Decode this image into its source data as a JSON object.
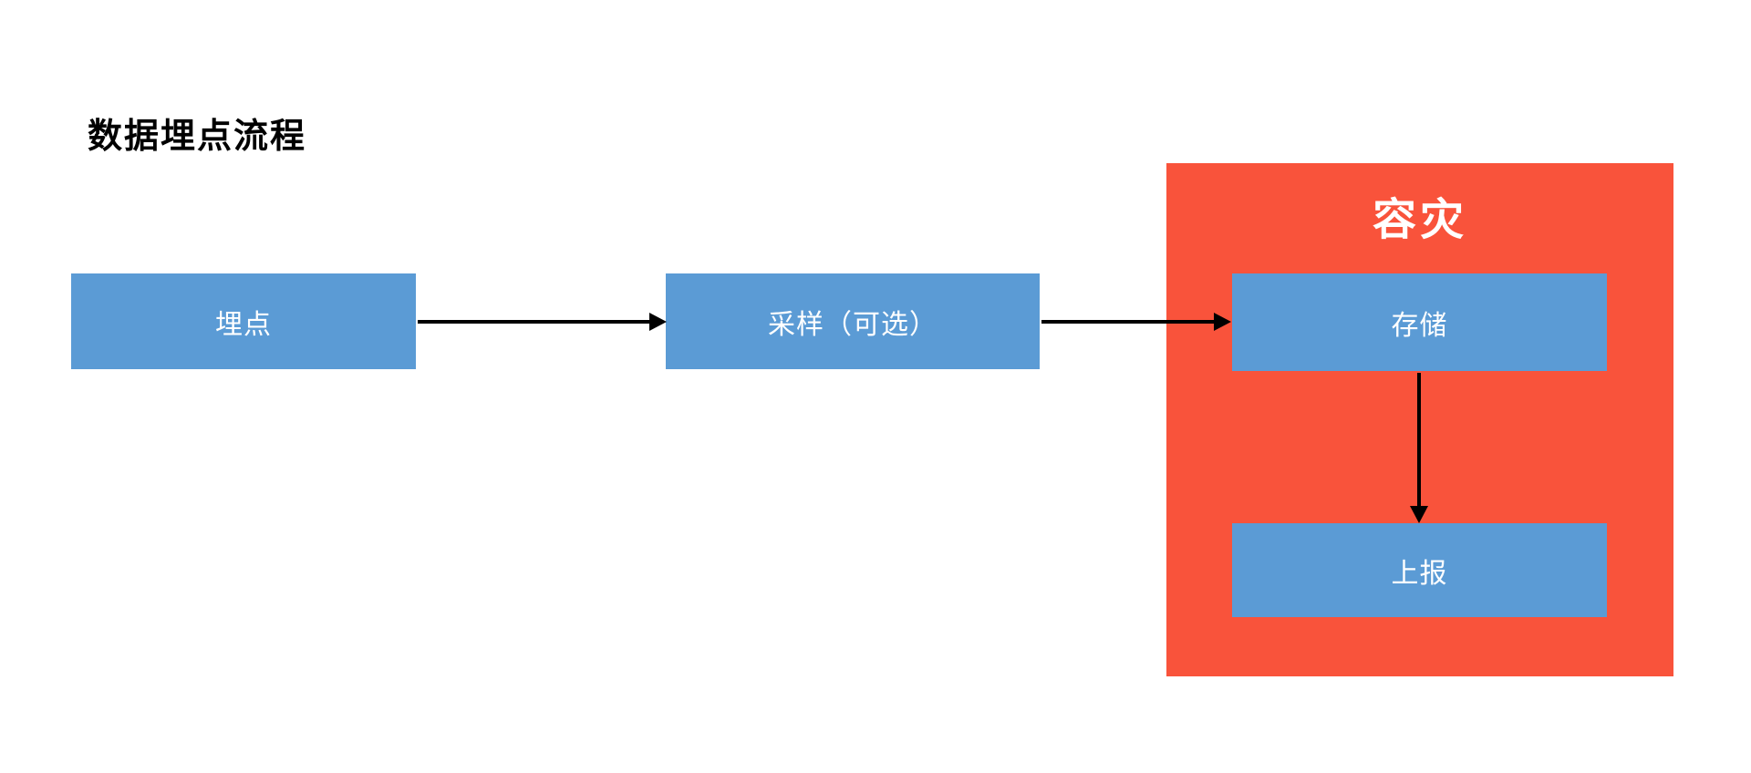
{
  "diagram": {
    "title": "数据埋点流程",
    "nodes": {
      "tracking": "埋点",
      "sampling": "采样（可选）",
      "storage": "存储",
      "report": "上报"
    },
    "group": {
      "label": "容灾"
    },
    "arrows": [
      {
        "from": "tracking",
        "to": "sampling",
        "direction": "right"
      },
      {
        "from": "sampling",
        "to": "storage",
        "direction": "right"
      },
      {
        "from": "storage",
        "to": "report",
        "direction": "down"
      }
    ],
    "colors": {
      "node_fill": "#5B9BD5",
      "group_fill": "#F9533B",
      "arrow": "#000000",
      "node_text": "#FFFFFF",
      "title_text": "#000000",
      "background": "#FFFFFF"
    }
  }
}
